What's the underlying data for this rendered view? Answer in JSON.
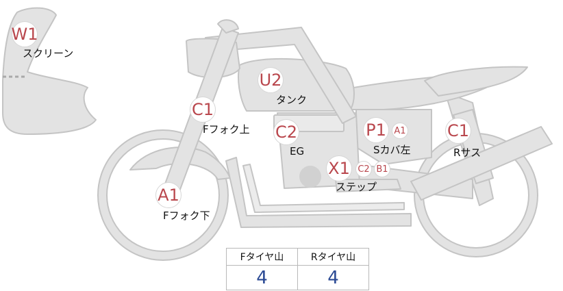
{
  "markers": {
    "windscreen": {
      "code": "W1",
      "label": "スクリーン"
    },
    "tank": {
      "code": "U2",
      "label": "タンク"
    },
    "fork_upper": {
      "code": "C1",
      "label": "Fフォク上"
    },
    "engine": {
      "code": "C2",
      "label": "EG"
    },
    "side_cover_left": {
      "code": "P1",
      "sub_code": "A1",
      "label": "Sカバ左"
    },
    "rear_suspension": {
      "code": "C1",
      "label": "Rサス"
    },
    "step": {
      "code": "X1",
      "sub_codes": [
        "C2",
        "B1"
      ],
      "label": "ステップ"
    },
    "fork_lower": {
      "code": "A1",
      "label": "Fフォク下"
    }
  },
  "tire_table": {
    "headers": [
      "Fタイヤ山",
      "Rタイヤ山"
    ],
    "values": [
      "4",
      "4"
    ]
  },
  "colors": {
    "part_fill": "#e3e3e3",
    "part_stroke": "#c4c4c4",
    "marker_text": "#b9474d",
    "value_text": "#2b4a94"
  }
}
